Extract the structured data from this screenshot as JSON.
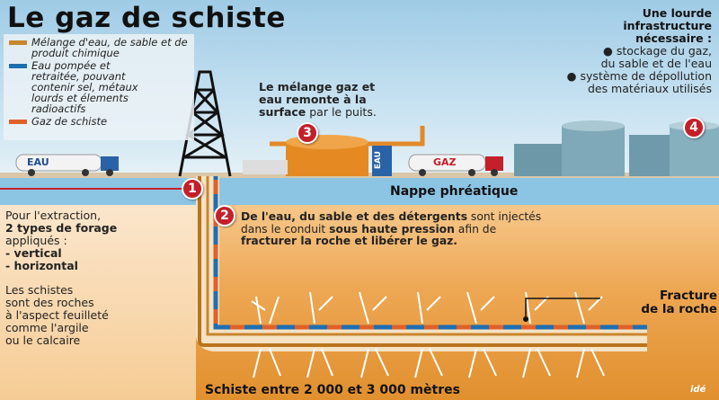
{
  "title": "Le gaz de schiste",
  "legend": [
    {
      "label": "Mélange d'eau, de sable et de produit chimique",
      "color": "#c8862e"
    },
    {
      "label": "Eau pompée et retraitée, pouvant contenir sel, métaux lourds et élements radioactifs",
      "color": "#1f6fb0"
    },
    {
      "label": "Gaz de schiste",
      "color": "#e0602a"
    }
  ],
  "infrastructure": {
    "heading_1": "Une lourde",
    "heading_2": "infrastructure",
    "heading_3": "nécessaire :",
    "bullet_1a": "stockage du gaz,",
    "bullet_1b": "du sable et de l'eau",
    "bullet_2a": "système de dépollution",
    "bullet_2b": "des matériaux utilisés"
  },
  "step3": {
    "bold_1": "Le mélange gaz et",
    "bold_2": "eau remonte à la",
    "bold_3": "surface",
    "rest": " par le puits."
  },
  "trucks": {
    "water": "EAU",
    "gas": "GAZ",
    "tank_label": "EAU"
  },
  "badges": [
    "1",
    "2",
    "3",
    "4"
  ],
  "nappe": "Nappe phréatique",
  "step2": {
    "bold_1": "De l'eau, du sable et des détergents",
    "text_1": " sont injectés",
    "text_2": "dans le conduit ",
    "bold_2": "sous haute pression",
    "text_3": " afin de",
    "bold_3": "fracturer la roche et libérer le gaz."
  },
  "forage": {
    "line_1": "Pour l'extraction,",
    "bold": "2 types de forage",
    "line_3": "appliqués :",
    "item_1": "- vertical",
    "item_2": "- horizontal"
  },
  "schistes": [
    "Les schistes",
    "sont des roches",
    "à l'aspect feuilleté",
    "comme l'argile",
    "ou le calcaire"
  ],
  "fracture": [
    "Fracture",
    "de la roche"
  ],
  "depth": "Schiste entre 2 000 et 3 000 mètres",
  "logo": "idé"
}
